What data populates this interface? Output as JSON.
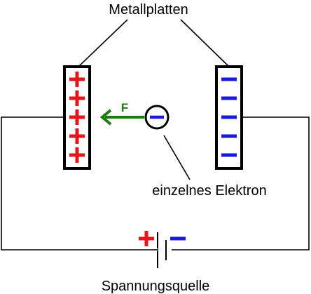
{
  "labels": {
    "plates": "Metallplatten",
    "electron": "einzelnes Elektron",
    "source": "Spannungsquelle",
    "force": "F"
  },
  "symbols": {
    "plus": "+",
    "minus": "−"
  },
  "colors": {
    "positive": "#e8141b",
    "negative": "#1a1adc",
    "force": "#1a7a10",
    "line": "#000000"
  }
}
